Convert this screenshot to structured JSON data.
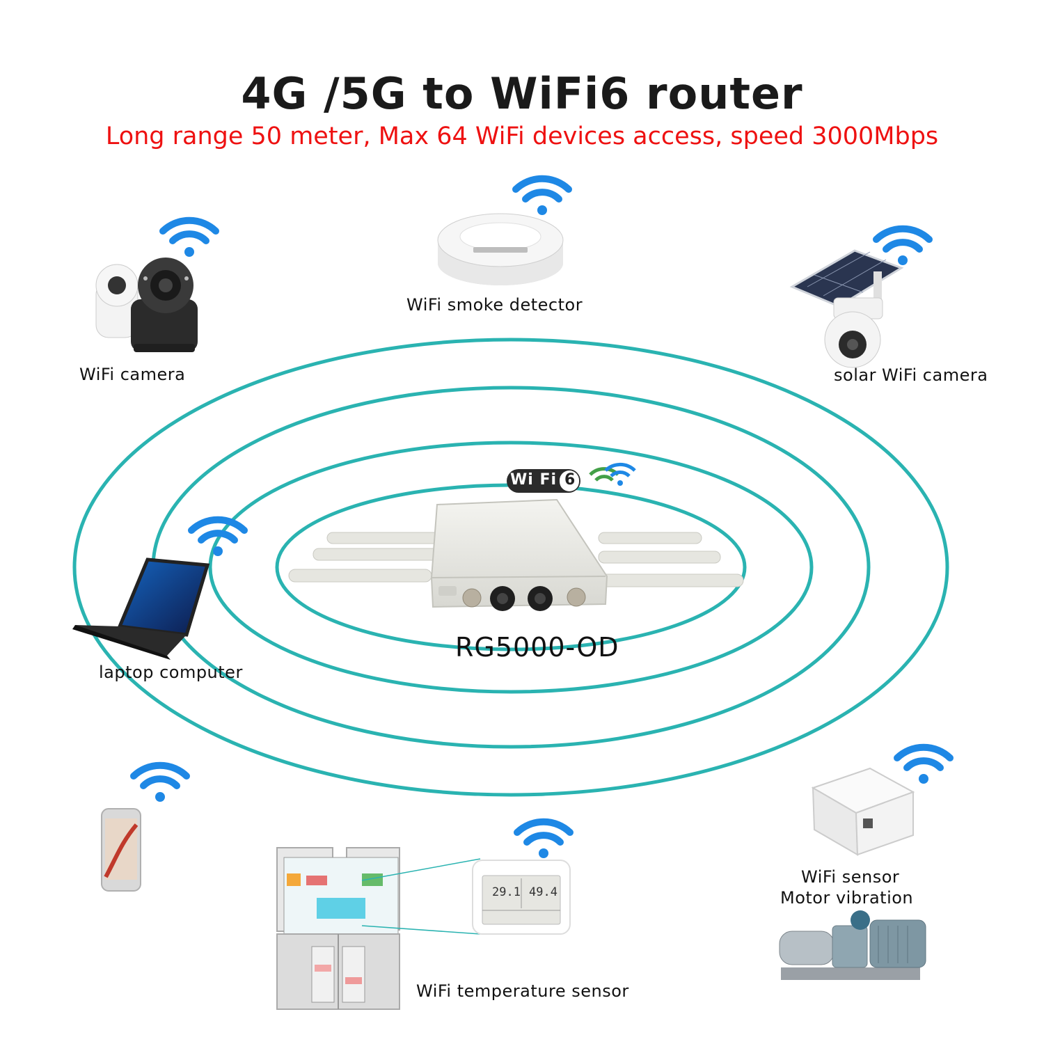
{
  "header": {
    "title": "4G /5G to WiFi6  router",
    "subtitle": "Long range 50 meter,  Max 64 WiFi devices access, speed 3000Mbps"
  },
  "router": {
    "model": "RG5000-OD",
    "badge_wifi_text": "Wi Fi",
    "badge_version": "6"
  },
  "devices": {
    "wifi_camera": "WiFi camera",
    "smoke_detector": "WiFi smoke detector",
    "solar_camera": "solar WiFi camera",
    "laptop": "laptop computer",
    "sensor_line1": "WiFi sensor",
    "sensor_line2": "Motor  vibration",
    "temperature_sensor": "WiFi  temperature sensor"
  },
  "thermometer": {
    "temp": "29.1",
    "humidity": "49.4"
  },
  "colors": {
    "ring": "#2ab3b1",
    "wifi_icon": "#1e88e5",
    "subtitle": "#ee1111",
    "title": "#1a1a1a"
  },
  "icons": [
    "wifi-icon",
    "wifi6-badge-icon"
  ]
}
